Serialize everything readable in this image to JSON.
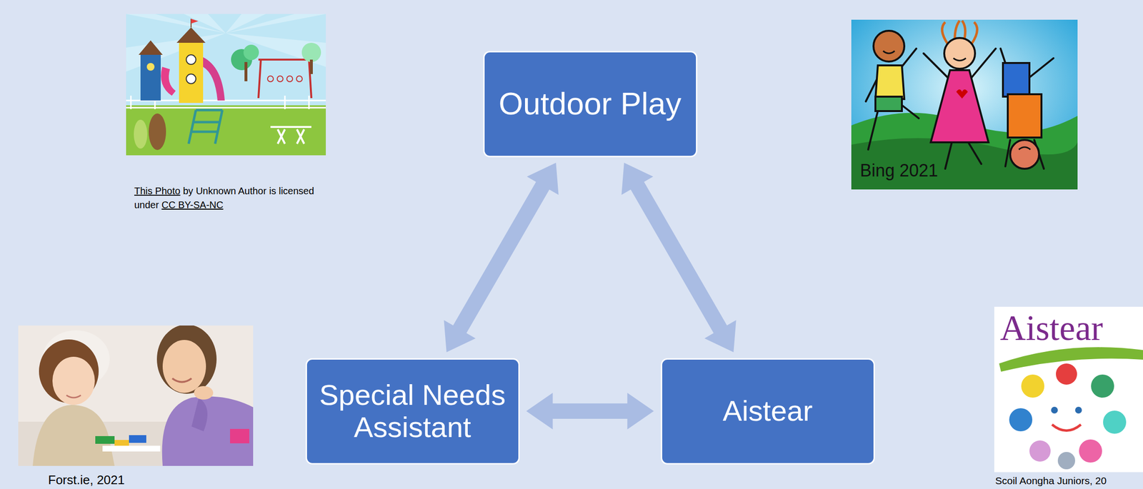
{
  "diagram": {
    "nodes": [
      {
        "text": [
          "Outdoor Play"
        ]
      },
      {
        "text": [
          "Special Needs Assistant"
        ]
      },
      {
        "text": [
          "Aistear"
        ]
      }
    ],
    "edges": [
      {
        "from": 0,
        "to": 1,
        "arrow": "both"
      },
      {
        "from": 0,
        "to": 2,
        "arrow": "both"
      },
      {
        "from": 1,
        "to": 2,
        "arrow": "both"
      }
    ],
    "labels": [
      "This Photo",
      "by Unknown Author is licensed under",
      "CC BY-SA-NC",
      "Bing 2021",
      "Forst.ie, 2021",
      "Aistear",
      "Scoil Aongha Juniors, 20"
    ]
  }
}
